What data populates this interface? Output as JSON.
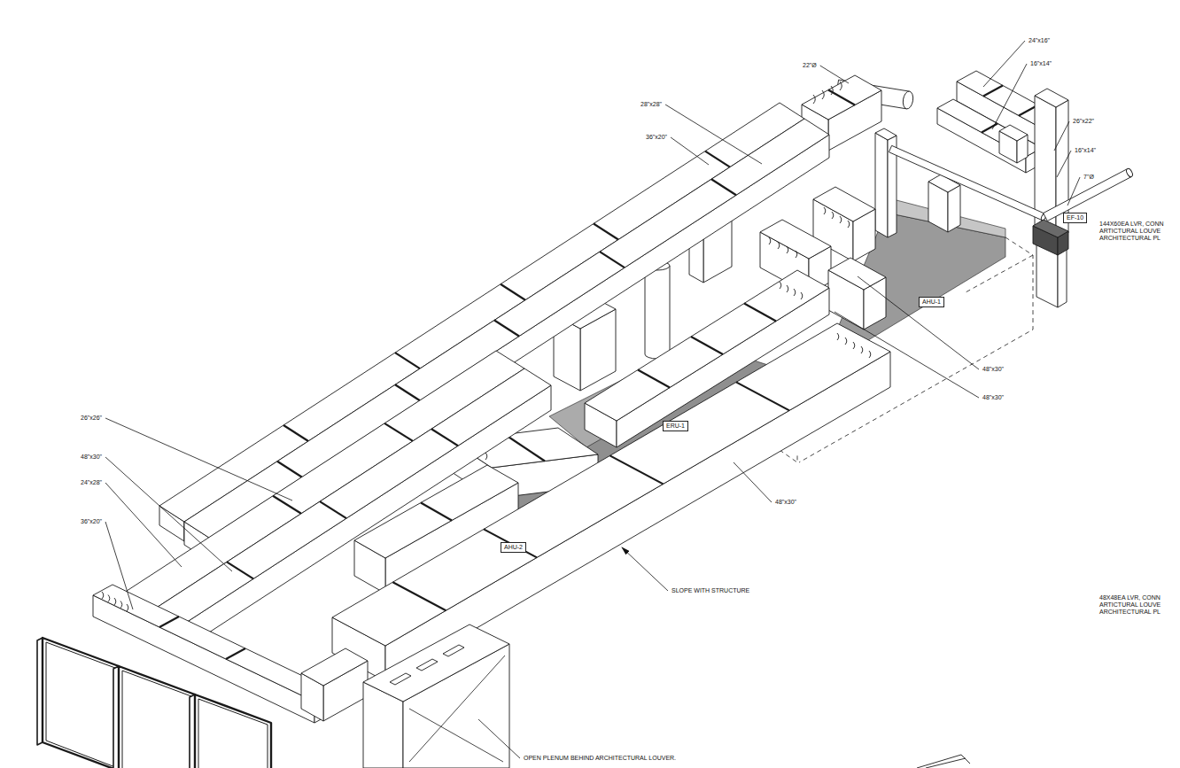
{
  "diagram": {
    "nodes": [
      {
        "text": [
          "EF-10"
        ]
      },
      {
        "text": [
          "AHU-1"
        ]
      },
      {
        "text": [
          "ERU-1"
        ]
      },
      {
        "text": [
          "AHU-2"
        ]
      }
    ],
    "labels": [
      "22\"Ø",
      "24\"x16\"",
      "16\"x14\"",
      "28\"x28\"",
      "36\"x20\"",
      "26\"x22\"",
      "16\"x14\"",
      "7\"Ø",
      "144X60EA LVR, CONN ARTICTURAL LOUVE ARCHITECTURAL PL",
      "48\"x30\"",
      "48\"x30\"",
      "48\"x30\"",
      "26\"x26\"",
      "48\"x30\"",
      "24\"x28\"",
      "36\"x20\"",
      "SLOPE WITH STRUCTURE",
      "48X48EA LVR, CONN ARTICTURAL LOUVE ARCHITECTURAL PL",
      "OPEN PLENUM BEHIND ARCHITECTURAL LOUVER."
    ]
  }
}
